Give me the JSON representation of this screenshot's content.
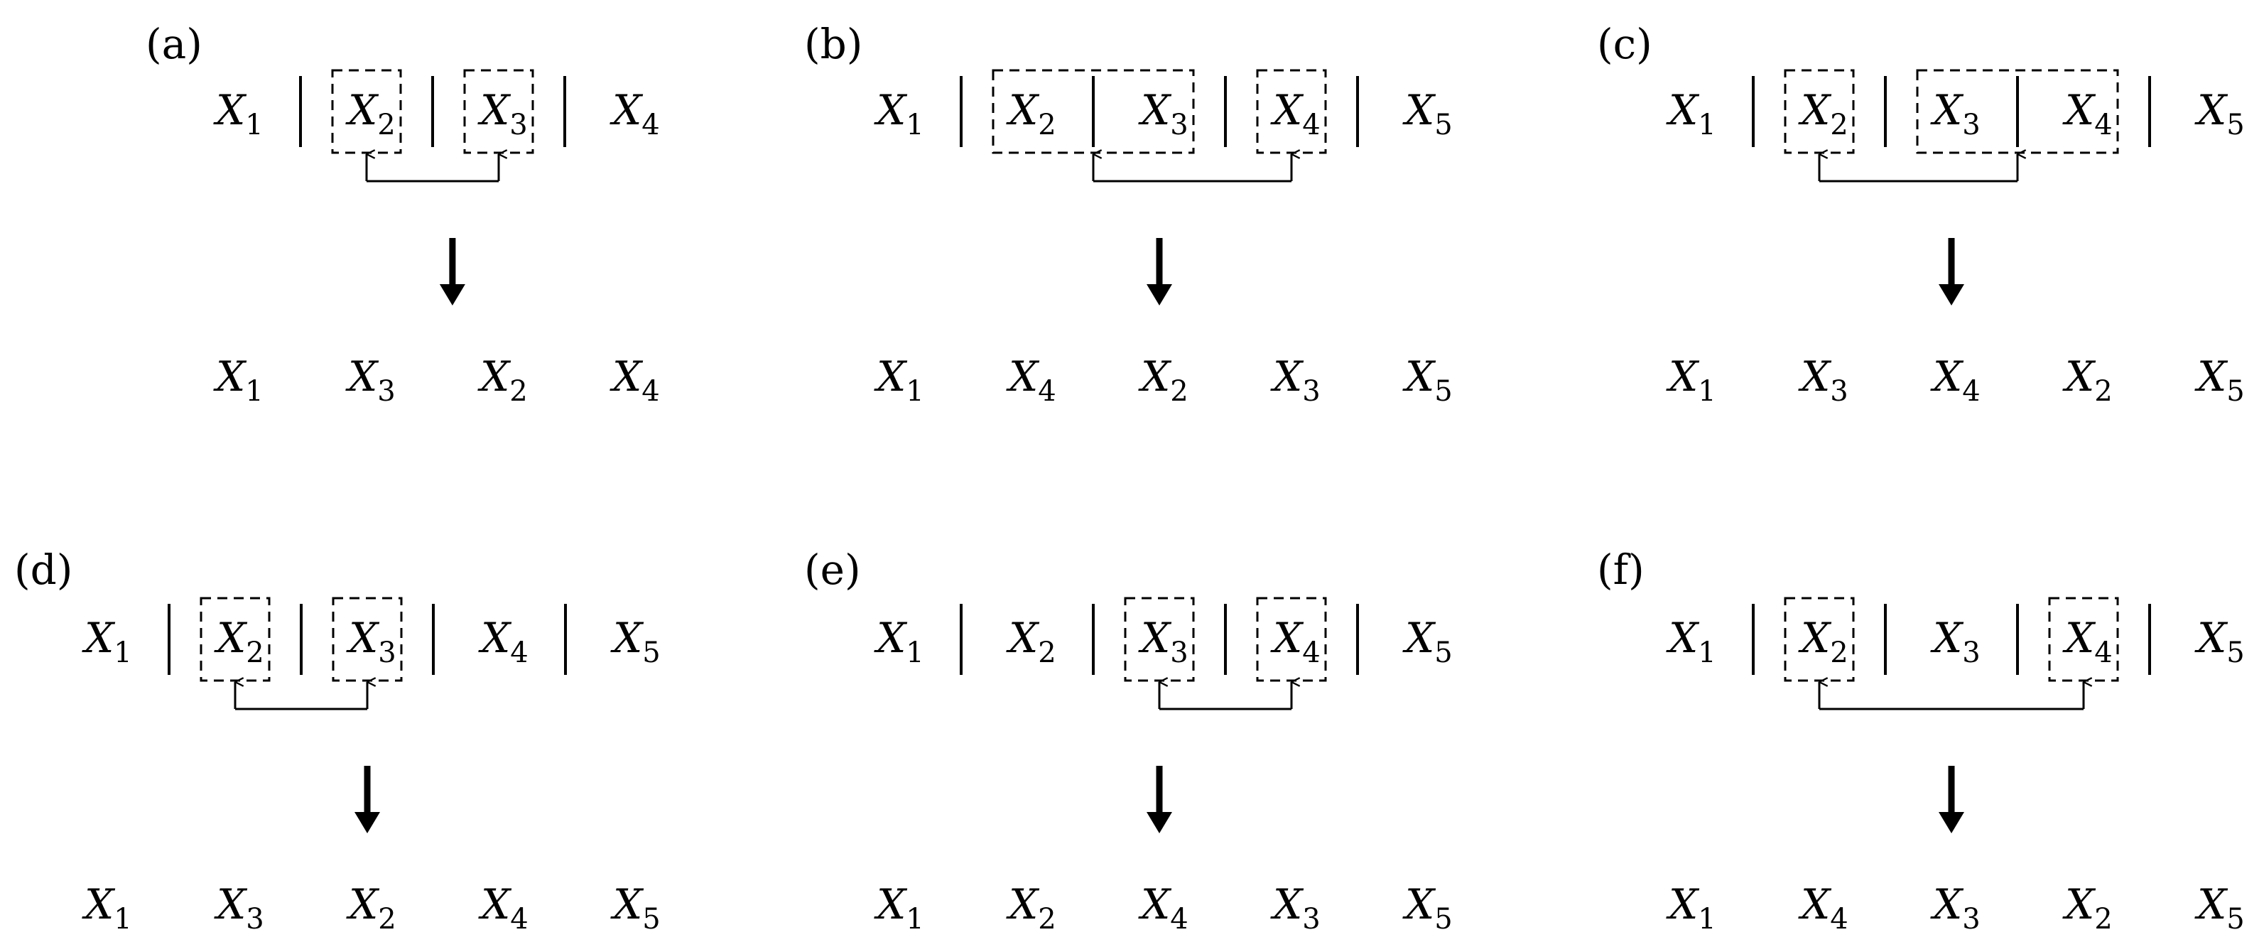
{
  "panels": [
    {
      "id": "a",
      "label": "(a)",
      "top_row": [
        "X|1",
        "X|2",
        "X|3",
        "X|4"
      ],
      "boxes": [
        [
          2,
          2
        ],
        [
          3,
          3
        ]
      ],
      "swap": [
        2,
        3
      ],
      "bottom_row": [
        "X|1",
        "X|3",
        "X|2",
        "X|4"
      ]
    },
    {
      "id": "b",
      "label": "(b)",
      "top_row": [
        "X|1",
        "X|2",
        "X|3",
        "X|4",
        "X|5"
      ],
      "boxes": [
        [
          2,
          3
        ],
        [
          4,
          4
        ]
      ],
      "swap": [
        3,
        4
      ],
      "bottom_row": [
        "X|1",
        "X|4",
        "X|2",
        "X|3",
        "X|5"
      ]
    },
    {
      "id": "c",
      "label": "(c)",
      "top_row": [
        "X|1",
        "X|2",
        "X|3",
        "X|4",
        "X|5"
      ],
      "boxes": [
        [
          2,
          2
        ],
        [
          3,
          4
        ]
      ],
      "swap": [
        2,
        3
      ],
      "bottom_row": [
        "X|1",
        "X|3",
        "X|4",
        "X|2",
        "X|5"
      ]
    },
    {
      "id": "d",
      "label": "(d)",
      "top_row": [
        "X|1",
        "X|2",
        "X|3",
        "X|4",
        "X|5"
      ],
      "boxes": [
        [
          2,
          2
        ],
        [
          3,
          3
        ]
      ],
      "swap": [
        2,
        3
      ],
      "bottom_row": [
        "X|1",
        "X|3",
        "X|2",
        "X|4",
        "X|5"
      ]
    },
    {
      "id": "e",
      "label": "(e)",
      "top_row": [
        "X|1",
        "X|2",
        "X|3",
        "X|4",
        "X|5"
      ],
      "boxes": [
        [
          3,
          3
        ],
        [
          4,
          4
        ]
      ],
      "swap": [
        3,
        4
      ],
      "bottom_row": [
        "X|1",
        "X|2",
        "X|4",
        "X|3",
        "X|5"
      ]
    },
    {
      "id": "f",
      "label": "(f)",
      "top_row": [
        "X|1",
        "X|2",
        "X|3",
        "X|4",
        "X|5"
      ],
      "boxes": [
        [
          2,
          2
        ],
        [
          4,
          4
        ]
      ],
      "swap": [
        2,
        4
      ],
      "bottom_row": [
        "X|1",
        "X|4",
        "X|3",
        "X|2",
        "X|5"
      ]
    }
  ]
}
